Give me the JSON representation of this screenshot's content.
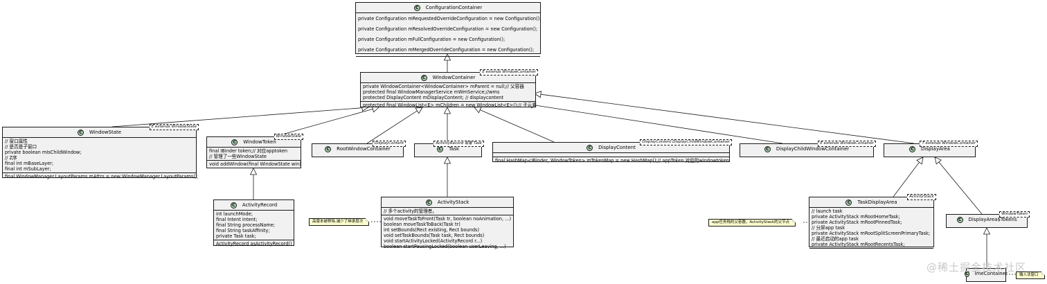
{
  "classes": [
    {
      "id": "configuration-container",
      "name": "ConfigurationContainer",
      "type_param": "",
      "icon": "C",
      "sections": [
        {
          "spaced": true,
          "lines": [
            "private Configuration mRequestedOverrideConfiguration = new Configuration();",
            "private Configuration mResolvedOverrideConfiguration = new Configuration();",
            "private Configuration mFullConfiguration = new Configuration();",
            "private Configuration mMergedOverrideConfiguration = new Configuration();"
          ]
        },
        {
          "lines": []
        }
      ]
    },
    {
      "id": "window-container",
      "name": "WindowContainer",
      "type_param": "E extends WindowContainer",
      "icon": "C",
      "sections": [
        {
          "lines": [
            "private WindowContainer<WindowContainer> mParent = null;// 父容器",
            "protected final WindowManagerService mWmService;//wms",
            "protected DisplayContent mDisplayContent; // displaycontent"
          ]
        },
        {
          "lines": [
            "protected final WindowList<E> mChildren = new WindowList<E>();// 子元素"
          ]
        }
      ]
    },
    {
      "id": "window-state",
      "name": "WindowState",
      "type_param": "E extends WindowState",
      "icon": "C",
      "sections": [
        {
          "lines": [
            "// 窗口属性",
            "// 是否是子窗口",
            "private boolean mIsChildWindow;",
            "// Z序",
            "final int mBaseLayer;",
            "final int mSubLayer;"
          ]
        },
        {
          "lines": [
            "final WindowManager.LayoutParams mAttrs = new WindowManager.LayoutParams();"
          ]
        }
      ]
    },
    {
      "id": "window-token",
      "name": "WindowToken",
      "type_param": "WindowState",
      "icon": "C",
      "sections": [
        {
          "lines": [
            "final IBinder token;// 对应apptoken",
            "// 管理了一些WindowState"
          ]
        },
        {
          "lines": [
            "void addWindow(final WindowState win)"
          ]
        }
      ]
    },
    {
      "id": "root-window-container",
      "name": "RootWindowContainer",
      "type_param": "DisplayContent",
      "icon": "C",
      "sections": []
    },
    {
      "id": "task",
      "name": "Task",
      "type_param": "ActivityRecord 或者 Task",
      "icon": "C",
      "sections": []
    },
    {
      "id": "display-content",
      "name": "DisplayContent",
      "type_param": "DisplayContent DisplayChildWindowContainer",
      "icon": "C",
      "sections": [
        {
          "lines": []
        },
        {
          "lines": [
            "final HashMap<IBinder, WindowToken> mTokenMap = new HashMap();// appToken 对应的windowtoken"
          ]
        }
      ]
    },
    {
      "id": "display-child-window-container",
      "name": "DisplayChildWindowContainer",
      "type_param": "E extends WindowContainer",
      "icon": "C",
      "sections": []
    },
    {
      "id": "display-area",
      "name": "DisplayArea",
      "type_param": "T extends WindowContainer",
      "icon": "C",
      "sections": []
    },
    {
      "id": "activity-record",
      "name": "ActivityRecord",
      "type_param": "",
      "icon": "C",
      "sections": [
        {
          "lines": [
            "int launchMode;",
            "final Intent intent;",
            "final String processName;",
            "final String taskAffinity;",
            "private Task task;"
          ]
        },
        {
          "lines": [
            "ActivityRecord asActivityRecord()"
          ]
        }
      ]
    },
    {
      "id": "activity-stack",
      "name": "ActivityStack",
      "type_param": "",
      "icon": "C",
      "sections": [
        {
          "lines": [
            "// 多个activity的管理者。"
          ]
        },
        {
          "lines": [
            "void moveTaskToFront(Task tr, boolean noAnimation, ...)",
            "boolean moveTaskToBack(Task tr)",
            "int setBounds(Rect existing, Rect bounds)",
            "void setTaskBounds(Task task, Rect bounds)",
            "void startActivityLocked(ActivityRecord r...)",
            "boolean startPausingLocked(boolean userLeaving, ...)"
          ]
        }
      ]
    },
    {
      "id": "task-display-area",
      "name": "TaskDisplayArea",
      "type_param": "ActivityStack",
      "icon": "C",
      "sections": [
        {
          "lines": [
            "// launch task",
            "private ActivityStack mRootHomeTask;",
            "private ActivityStack mRootPinnedTask;",
            "// 分屏app task",
            "private ActivityStack mRootSplitScreenPrimaryTask;",
            "// 最近启动的app task",
            "private ActivityStack mRootRecentsTask;"
          ]
        },
        {
          "lines": []
        }
      ]
    },
    {
      "id": "display-area-tokens",
      "name": "DisplayArea$Tokens",
      "type_param": "WindowToken",
      "icon": "C",
      "sections": []
    },
    {
      "id": "ime-container",
      "name": "ImeContainer",
      "type_param": "",
      "icon": "C",
      "sections": []
    }
  ],
  "notes": [
    {
      "id": "note-activity-stack",
      "text": "高版本被移除,减少了继承层次"
    },
    {
      "id": "note-task-display-area",
      "text": "app任务栈的父容器，ActivityStack的父节点"
    },
    {
      "id": "note-ime-container",
      "text": "输入法窗口"
    }
  ],
  "watermark": "@稀土掘金技术社区",
  "colors": {
    "class_fill": "#f1f1f1",
    "icon_fill": "#add1b2",
    "note_fill": "#fefece",
    "line": "#181818"
  }
}
